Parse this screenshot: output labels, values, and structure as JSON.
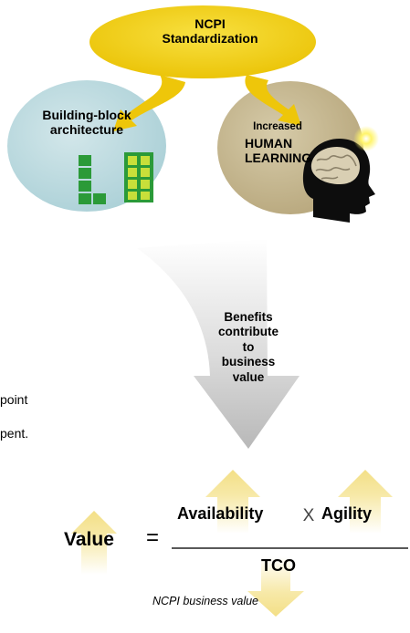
{
  "top_label": {
    "line1": "NCPI",
    "line2": "Standardization"
  },
  "left_circle": {
    "line1": "Building-block",
    "line2": "architecture",
    "icon": "building-blocks-icon"
  },
  "right_circle": {
    "line1": "Increased",
    "line2": "HUMAN",
    "line3": "LEARNING",
    "icon": "brain-head-icon"
  },
  "benefits_arrow": {
    "lines": [
      "Benefits",
      "contribute",
      "to",
      "business",
      "value"
    ]
  },
  "cut_text": {
    "line1": "point",
    "line2": "pent."
  },
  "equation": {
    "value": "Value",
    "equals": "=",
    "availability": "Availability",
    "times": "X",
    "agility": "Agility",
    "tco": "TCO"
  },
  "caption": "NCPI business value",
  "colors": {
    "yellow": "#f2cf10",
    "blue_circle": "#b7d7dd",
    "brown_circle": "#c3b48e",
    "green_blocks": "#2b9a38",
    "arrow_yellow": "#f7e7a0"
  }
}
